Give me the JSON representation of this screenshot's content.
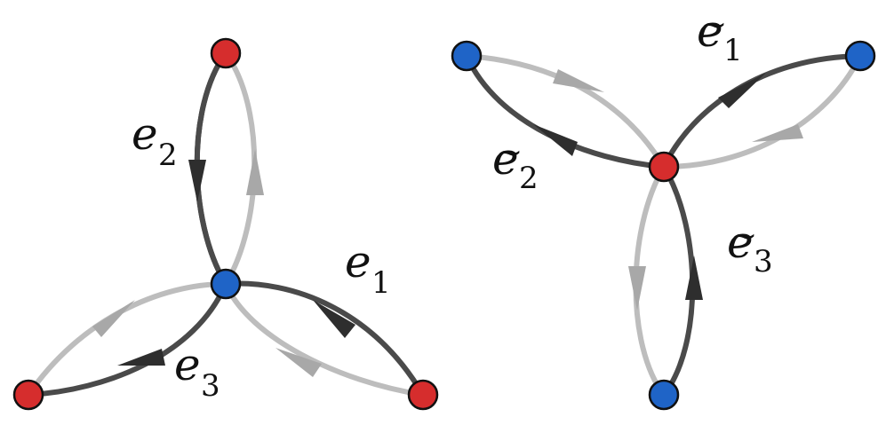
{
  "colors": {
    "red_node": "#d62d2d",
    "blue_node": "#1f64c7",
    "dark_edge": "#4a4a4a",
    "light_edge": "#bdbdbd"
  },
  "left_graph": {
    "labels": [
      {
        "id": "e1",
        "base": "e",
        "sub": "1",
        "tilde": ""
      },
      {
        "id": "e2",
        "base": "e",
        "sub": "2",
        "tilde": ""
      },
      {
        "id": "e3",
        "base": "e",
        "sub": "3",
        "tilde": ""
      }
    ]
  },
  "right_graph": {
    "labels": [
      {
        "id": "et1",
        "base": "e",
        "sub": "1",
        "tilde": "~"
      },
      {
        "id": "et2",
        "base": "e",
        "sub": "2",
        "tilde": "~"
      },
      {
        "id": "et3",
        "base": "e",
        "sub": "3",
        "tilde": "~"
      }
    ]
  }
}
